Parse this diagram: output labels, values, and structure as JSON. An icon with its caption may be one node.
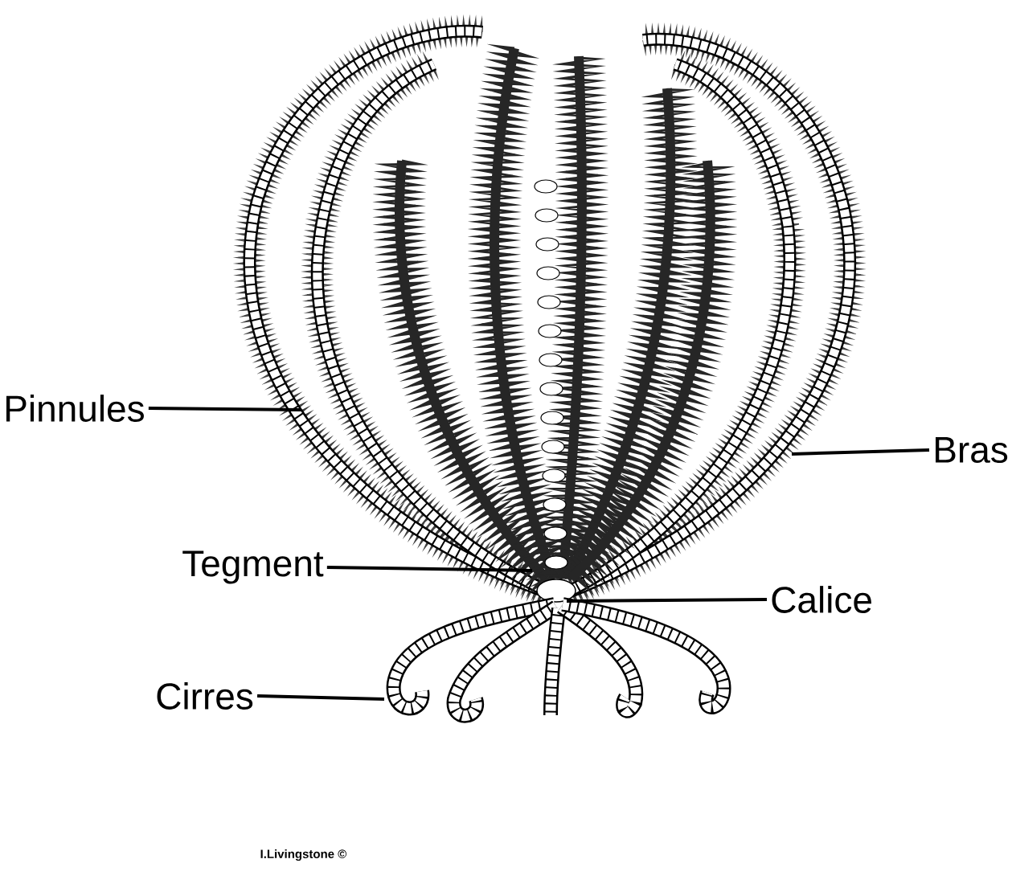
{
  "diagram": {
    "nodes": [
      {
        "text": [
          "Pinnules"
        ]
      },
      {
        "text": [
          "Bras"
        ]
      },
      {
        "text": [
          "Tegment"
        ]
      },
      {
        "text": [
          "Calice"
        ]
      },
      {
        "text": [
          "Cirres"
        ]
      }
    ],
    "edges": [
      {
        "from": 0,
        "to": null,
        "arrow": "none"
      },
      {
        "from": 1,
        "to": null,
        "arrow": "none"
      },
      {
        "from": 2,
        "to": null,
        "arrow": "none"
      },
      {
        "from": 3,
        "to": null,
        "arrow": "none"
      },
      {
        "from": 4,
        "to": null,
        "arrow": "none"
      }
    ],
    "labels": [
      "I.Livingstone ©"
    ]
  }
}
